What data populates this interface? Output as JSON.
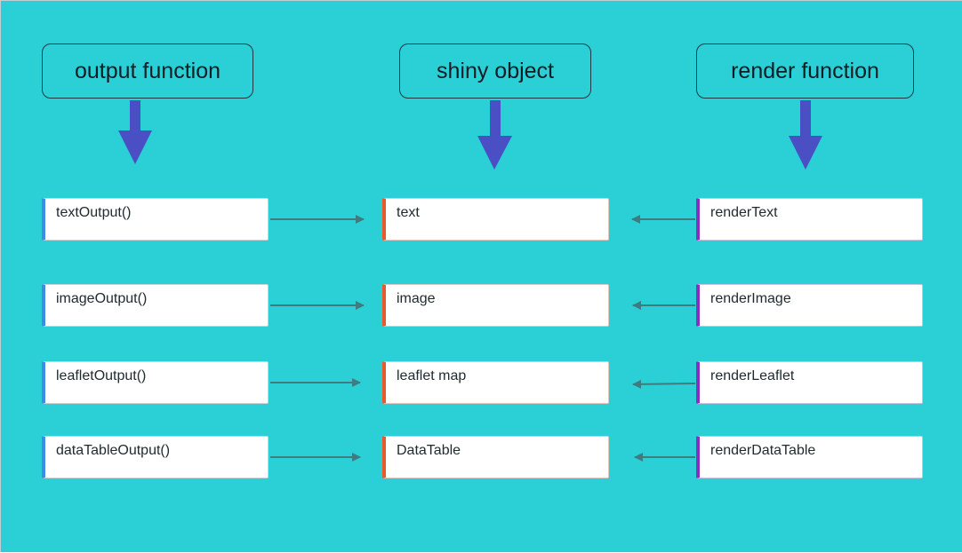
{
  "headers": {
    "output": "output function",
    "object": "shiny object",
    "render": "render function"
  },
  "rows": [
    {
      "output": "textOutput()",
      "object": "text",
      "render": "renderText"
    },
    {
      "output": "imageOutput()",
      "object": "image",
      "render": "renderImage"
    },
    {
      "output": "leafletOutput()",
      "object": "leaflet map",
      "render": "renderLeaflet"
    },
    {
      "output": "dataTableOutput()",
      "object": "DataTable",
      "render": "renderDataTable"
    }
  ],
  "colors": {
    "background": "#2bcfd6",
    "header_arrow": "#4a4fc4",
    "connector_arrow": "#3e7c7f",
    "output_accent": "#3d8ce6",
    "object_accent": "#e85a2c",
    "render_accent": "#8a2fbf"
  }
}
